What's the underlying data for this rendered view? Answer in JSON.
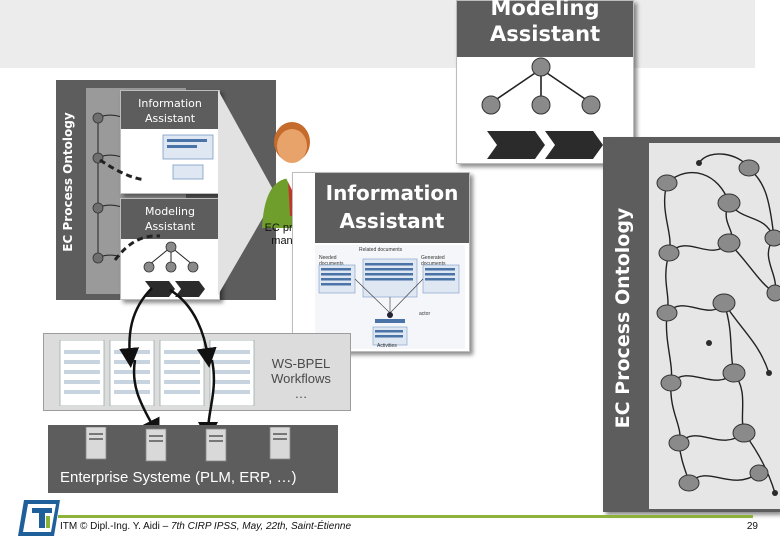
{
  "slide": {
    "modeling_assistant_large": "Modeling Assistant",
    "ontology_small": "EC Process Ontology",
    "info_assistant_small": "Information Assistant",
    "modeling_assistant_small": "Modeling Assistant",
    "ec_manager_label": "EC process manager",
    "info_assistant_large": "Information Assistant",
    "wsbpel": {
      "line1": "WS-BPEL",
      "line2": "Workflows",
      "line3": "…"
    },
    "enterprise_systems": "Enterprise Systeme (PLM, ERP, …)",
    "ontology_large": "EC Process Ontology",
    "footer": {
      "logo": "ITM",
      "citation_prefix": "ITM © Dipl.-Ing. Y. Aidi – ",
      "citation_event": "7th CIRP IPSS, May, 22th, Saint-Étienne",
      "page_number": "29"
    },
    "info_mockup": {
      "header": "Related documents",
      "left_col": "Needed documents",
      "right_col": "Generated documents",
      "actor": "actor",
      "activities": "Activities"
    }
  },
  "colors": {
    "panel_dark": "#5d5d5d",
    "band": "#ececec",
    "node_gray": "#8a8a8a",
    "accent_green": "#8cb23a",
    "logo_blue": "#1f5f9a"
  }
}
